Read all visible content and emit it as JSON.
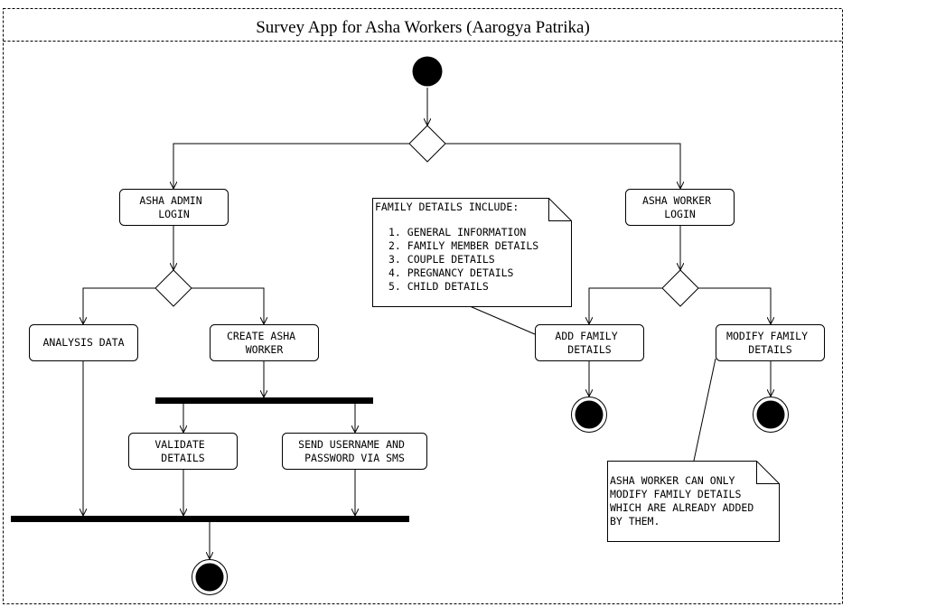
{
  "diagram": {
    "title": "Survey App for Asha Workers (Aarogya Patrika)",
    "nodes": {
      "admin_login": [
        "ASHA ADMIN",
        "LOGIN"
      ],
      "worker_login": [
        "ASHA WORKER",
        "LOGIN"
      ],
      "analysis_data": [
        "ANALYSIS DATA"
      ],
      "create_worker": [
        "CREATE ASHA",
        "WORKER"
      ],
      "validate_details": [
        "VALIDATE",
        "DETAILS"
      ],
      "send_credentials": [
        "SEND USERNAME AND",
        "PASSWORD VIA SMS"
      ],
      "add_family": [
        "ADD FAMILY",
        "DETAILS"
      ],
      "modify_family": [
        "MODIFY FAMILY",
        "DETAILS"
      ]
    },
    "notes": {
      "family_details": {
        "heading": "FAMILY DETAILS INCLUDE:",
        "items": [
          "1. GENERAL INFORMATION",
          "2. FAMILY MEMBER DETAILS",
          "3. COUPLE DETAILS",
          "4. PREGNANCY DETAILS",
          "5. CHILD DETAILS"
        ]
      },
      "modify_rule": [
        "ASHA WORKER CAN ONLY",
        "MODIFY FAMILY DETAILS",
        "WHICH ARE ALREADY ADDED",
        "BY THEM."
      ]
    }
  }
}
